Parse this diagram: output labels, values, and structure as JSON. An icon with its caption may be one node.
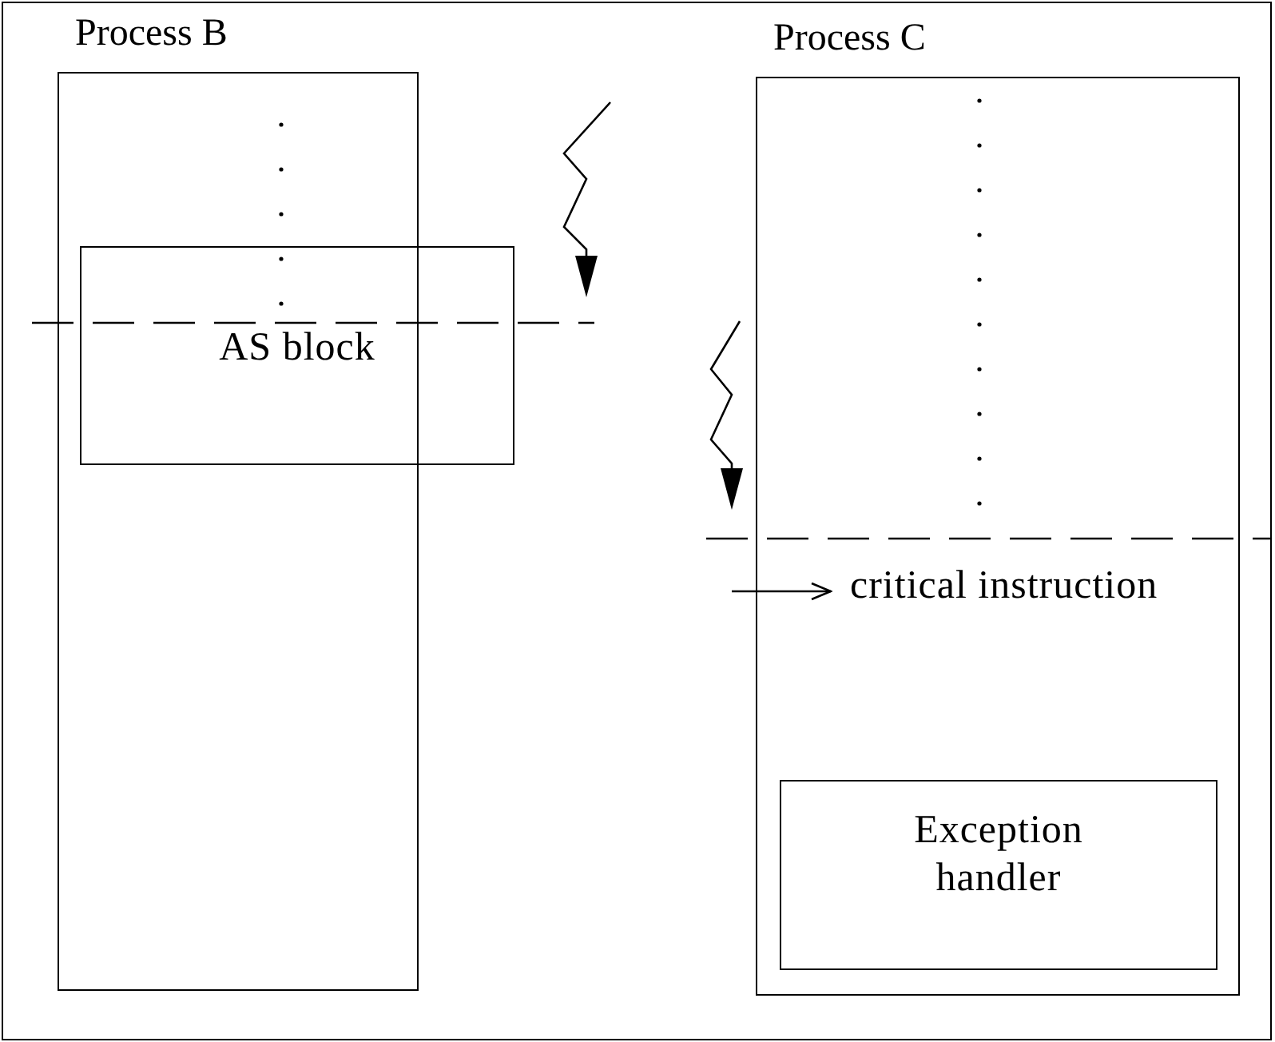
{
  "diagram": {
    "nodes": [
      {
        "text": [
          "Process B"
        ]
      },
      {
        "text": [
          "AS block"
        ]
      },
      {
        "text": [
          "Process C"
        ]
      },
      {
        "text": [
          "critical instruction"
        ],
        "in": 2
      },
      {
        "text": [
          "Exception handler"
        ],
        "in": 2
      }
    ],
    "edges": [
      {
        "from": null,
        "to": 3,
        "arrow": "to"
      }
    ]
  }
}
